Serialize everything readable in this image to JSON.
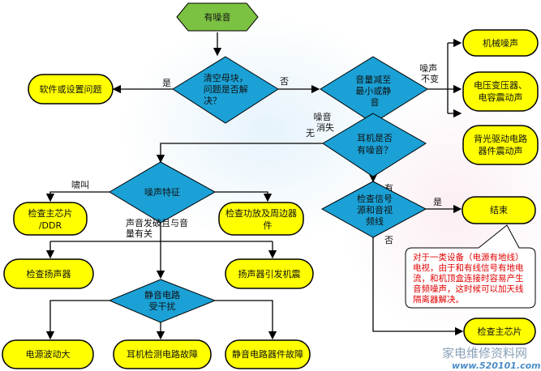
{
  "start": "有噪音",
  "d1": [
    "清空母块，",
    "问题是否解",
    "决？"
  ],
  "d1_yes": "是",
  "d1_no": "否",
  "software_issue": "软件或设置问题",
  "d2": [
    "音量减至",
    "最小或静",
    "音"
  ],
  "noise_unchanged": [
    "噪声",
    "不变"
  ],
  "right_results": [
    [
      "机械噪声"
    ],
    [
      "电压变压器、",
      "电容震动声"
    ],
    [
      "背光驱动电路",
      "器件震动声"
    ]
  ],
  "noise_gone": [
    "噪音",
    "消失"
  ],
  "d3": [
    "耳机是否",
    "有噪音？"
  ],
  "d3_no": "无",
  "d3_yes": "有",
  "d4": [
    "噪声特征"
  ],
  "howl": "啸叫",
  "check_chip_ddr": [
    "检查主芯片",
    "/DDR"
  ],
  "check_amp": [
    "检查功放及周边器",
    "件"
  ],
  "broken_sound": [
    "声音发破且与音",
    "量有关"
  ],
  "check_speaker": "检查扬声器",
  "speaker_vibration": "扬声器引发机震",
  "d5": [
    "静音电路",
    "受干扰"
  ],
  "bottom_results": [
    "电源波动大",
    "耳机检测电路故障",
    "静音电路器件故障"
  ],
  "d6": [
    "检查信号",
    "源和音视",
    "频线"
  ],
  "d6_yes": "是",
  "d6_no": "否",
  "end": "结束",
  "check_main_chip": "检查主芯片",
  "note": [
    "对于一类设备（电源有地线）",
    "电视，由于和有线信号有地电",
    "流，和机顶盒连接时容易产生",
    "音频噪声，这时候可以加天线",
    "隔离器解决。"
  ],
  "watermark": [
    "家电维修资料网",
    "www.520101.com"
  ]
}
